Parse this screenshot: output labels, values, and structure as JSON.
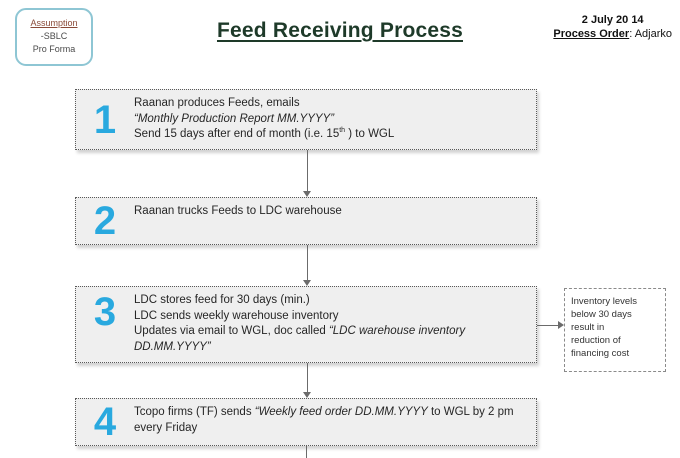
{
  "header": {
    "assumption": {
      "title": "Assumption",
      "line2": "-SBLC",
      "line3": "Pro Forma"
    },
    "title": "Feed Receiving Process",
    "date": "2 July 20 14",
    "process_order_label": "Process Order",
    "process_order_value": ": Adjarko"
  },
  "steps": [
    {
      "number": "1",
      "lines": [
        {
          "segments": [
            {
              "t": "Raanan produces Feeds, emails"
            }
          ]
        },
        {
          "segments": [
            {
              "t": "“Monthly Production Report MM.YYYY”",
              "italic": true
            }
          ]
        },
        {
          "segments": [
            {
              "t": "Send 15 days after end of month (i.e. 15"
            },
            {
              "t": "th",
              "sup": true
            },
            {
              "t": " ) to WGL"
            }
          ]
        }
      ]
    },
    {
      "number": "2",
      "lines": [
        {
          "segments": [
            {
              "t": "Raanan trucks Feeds to LDC warehouse"
            }
          ]
        }
      ]
    },
    {
      "number": "3",
      "lines": [
        {
          "segments": [
            {
              "t": "LDC stores feed for 30 days (min.)"
            }
          ]
        },
        {
          "segments": [
            {
              "t": "LDC sends weekly warehouse inventory"
            }
          ]
        },
        {
          "segments": [
            {
              "t": "Updates via email to WGL, doc called "
            },
            {
              "t": "“LDC warehouse inventory",
              "italic": true
            }
          ]
        },
        {
          "segments": [
            {
              "t": "DD.MM.YYYY”",
              "italic": true
            }
          ]
        }
      ]
    },
    {
      "number": "4",
      "lines": [
        {
          "segments": [
            {
              "t": "Tcopo firms (TF) sends "
            },
            {
              "t": "“Weekly feed order DD.MM.YYYY",
              "italic": true
            },
            {
              "t": " to WGL by 2 pm"
            }
          ]
        },
        {
          "segments": [
            {
              "t": "every Friday"
            }
          ]
        }
      ]
    }
  ],
  "side_note": {
    "lines": [
      "Inventory levels",
      "below 30 days",
      "result in",
      "reduction of",
      "financing cost"
    ]
  },
  "colors": {
    "step_number_blue": "#29a9df",
    "title_green": "#1e3a29",
    "assumption_red": "#8a4a38",
    "assumption_border_teal": "#8ec6d4",
    "box_fill_gray": "#efefef"
  }
}
